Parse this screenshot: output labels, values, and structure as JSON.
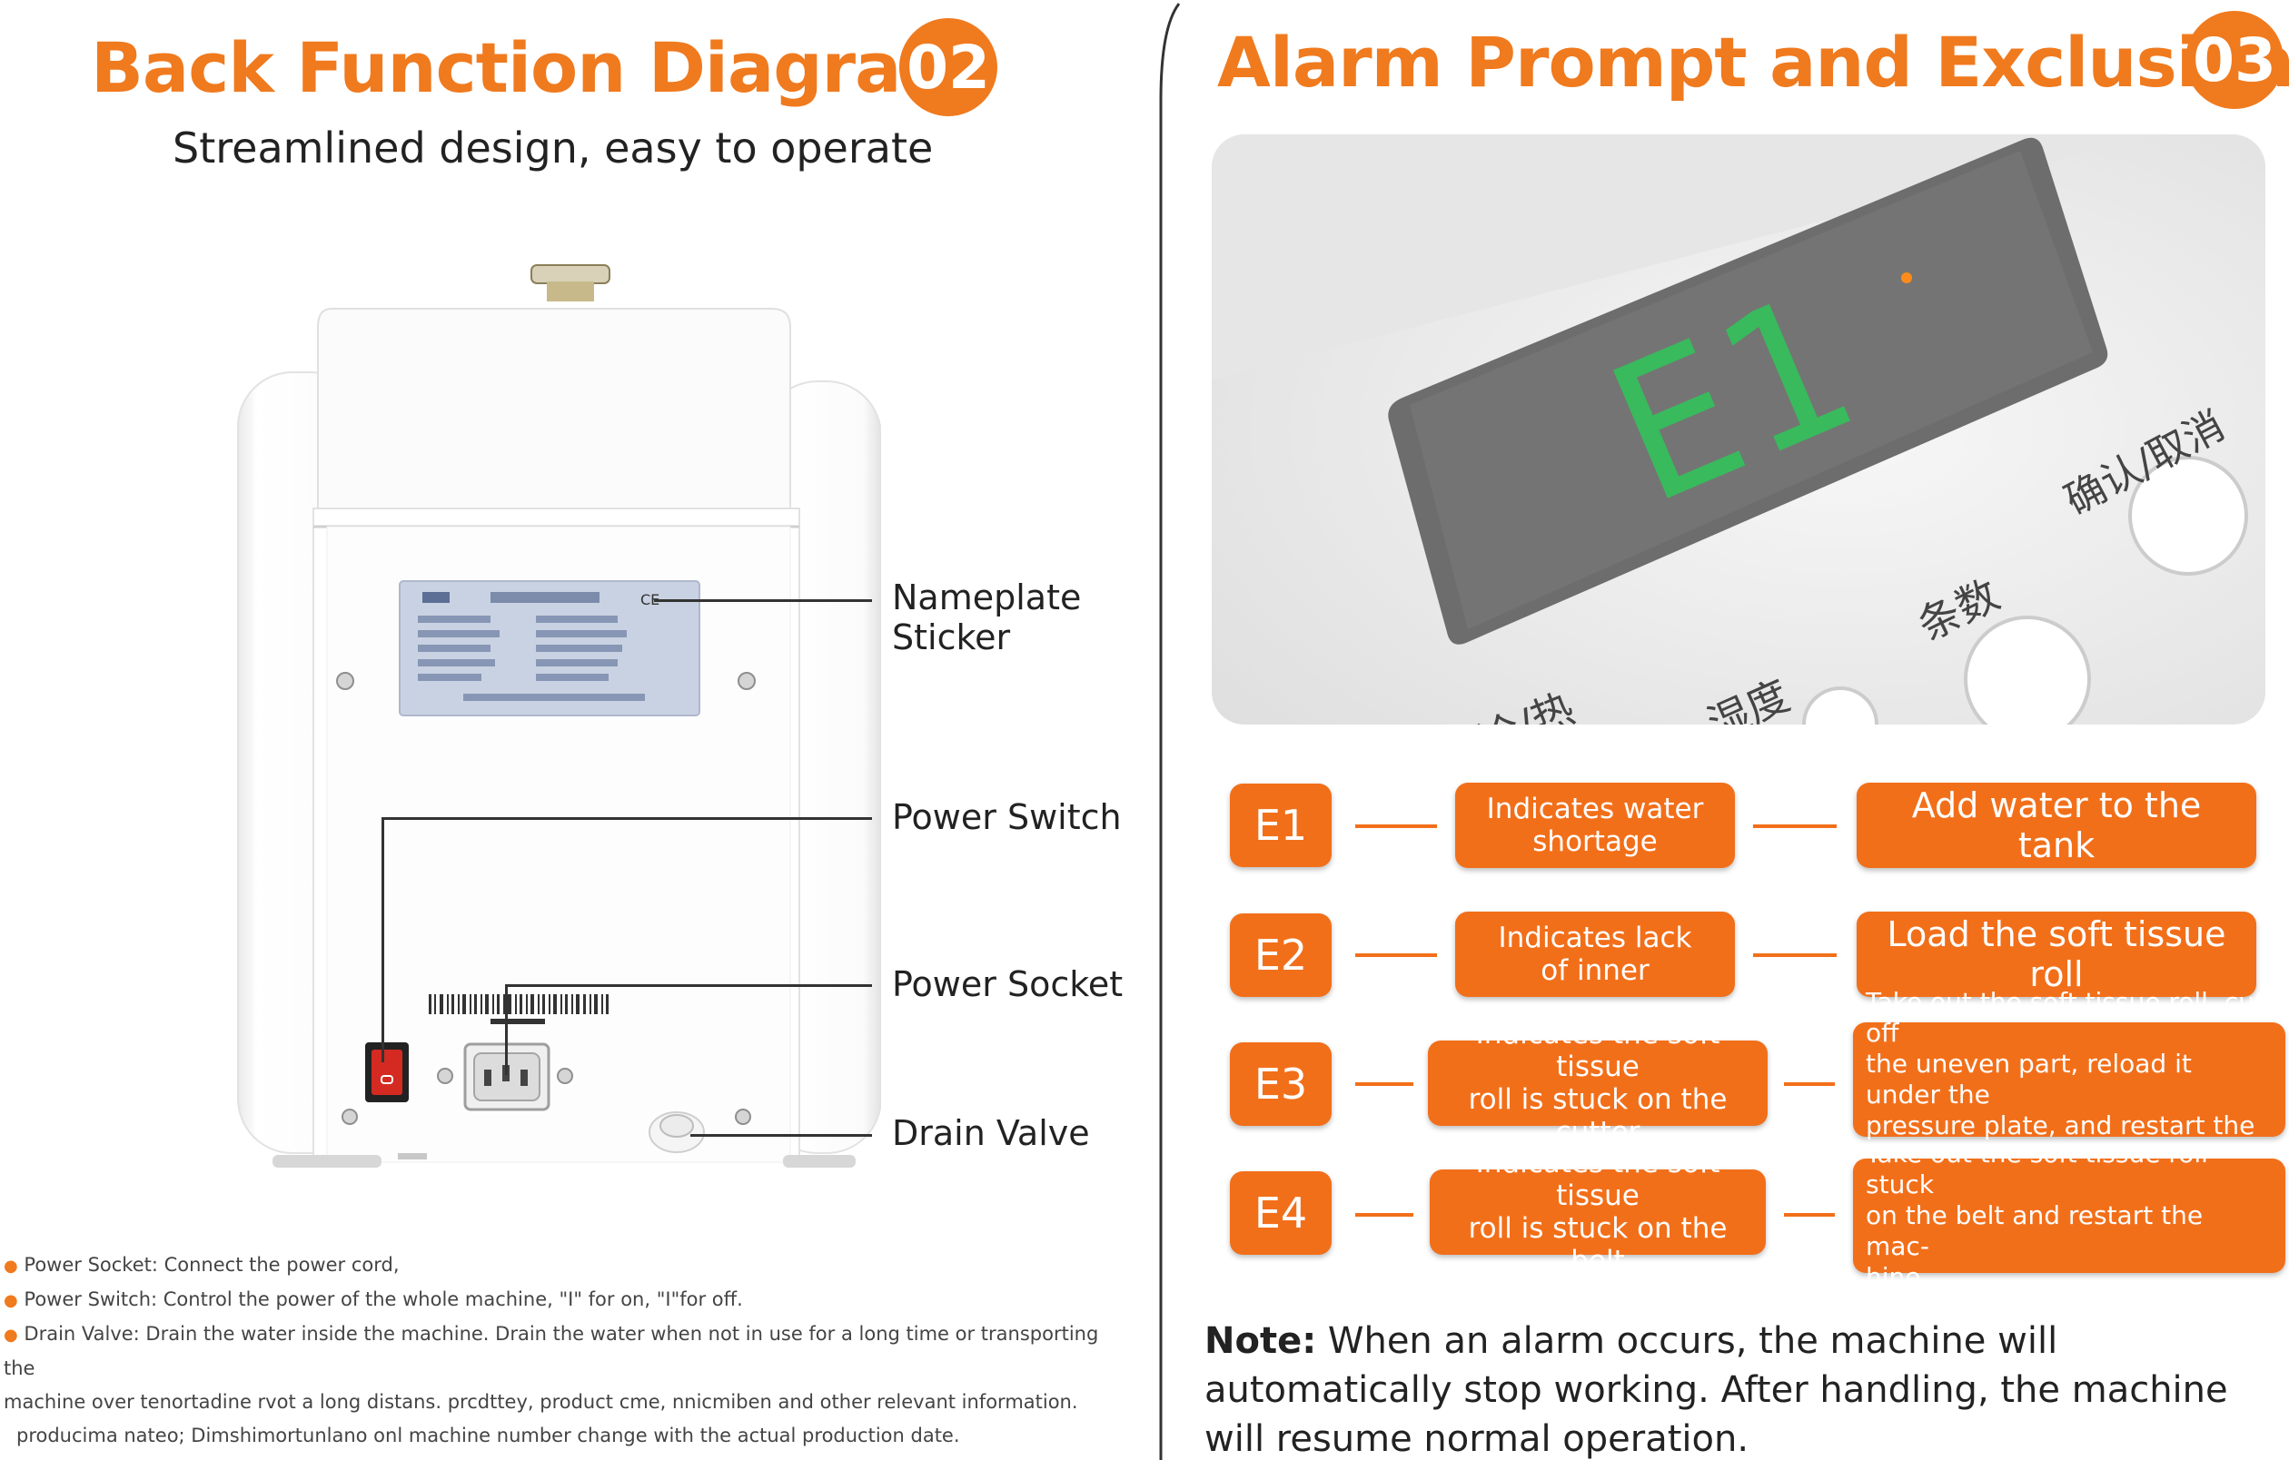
{
  "left": {
    "title": "Back Function Diagram",
    "badge": "02",
    "subtitle": "Streamlined design, easy to operate",
    "callouts": {
      "nameplate_line1": "Nameplate",
      "nameplate_line2": "Sticker",
      "power_switch": "Power Switch",
      "power_socket": "Power Socket",
      "drain_valve": "Drain Valve"
    },
    "notes": [
      "Power Socket: Connect the power cord,",
      "Power Switch: Control the power of the whole machine, \"I\" for on, \"I\"for off.",
      "Drain Valve: Drain the water inside the machine. Drain the water when not in use for a long time or transporting the",
      "machine over tenortadine rvot a long distans. prcdttey, product cme, nnicmiben and other relevant information.",
      "producima nateo; Dimshimortunlano onl machine number change with the actual production date."
    ]
  },
  "right": {
    "title": "Alarm Prompt and Exclusion",
    "badge": "03",
    "display": {
      "code": "E1",
      "labels": [
        "确认/取消",
        "条数",
        "湿度",
        "冷/热"
      ]
    },
    "rows": [
      {
        "code": "E1",
        "indication": [
          "Indicates water",
          "shortage"
        ],
        "action": [
          "Add water to the tank"
        ]
      },
      {
        "code": "E2",
        "indication": [
          "Indicates lack",
          "of inner"
        ],
        "action": [
          "Load the soft tissue roll"
        ]
      },
      {
        "code": "E3",
        "indication": [
          "Indicates the soft tissue",
          "roll is stuck on the cutter"
        ],
        "action": [
          "Take out the soft tissue roll, cut off",
          "the uneven part, reload it under the",
          "pressure plate, and restart the machine"
        ]
      },
      {
        "code": "E4",
        "indication": [
          "Indicates the soft tissue",
          "roll is stuck on the belt"
        ],
        "action": [
          "Take out the soft tissue roll stuck",
          "on the belt and restart the mac-",
          "hine."
        ]
      }
    ],
    "note_label": "Note:",
    "note_text": " When an alarm occurs, the machine will automatically stop working. After handling, the machine will resume normal operation."
  },
  "colors": {
    "accent": "#f07a1e",
    "box": "#f26f1a"
  },
  "icons": [
    "bullet-dot-icon",
    "power-switch-icon",
    "power-socket-icon"
  ]
}
